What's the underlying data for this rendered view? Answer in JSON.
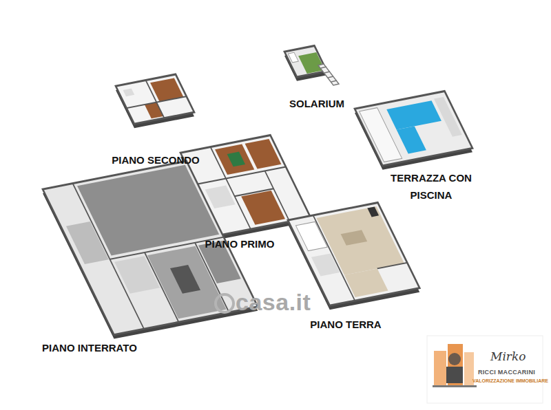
{
  "diagram": {
    "labels": [
      "PIANO SECONDO",
      "SOLARIUM",
      "TERRAZZA CON PISCINA",
      "PIANO PRIMO",
      "PIANO TERRA",
      "PIANO INTERRATO",
      "casa.it",
      "Mirko",
      "RICCI MACCARINI",
      "VALORIZZAZIONE IMMOBILIARE"
    ]
  }
}
